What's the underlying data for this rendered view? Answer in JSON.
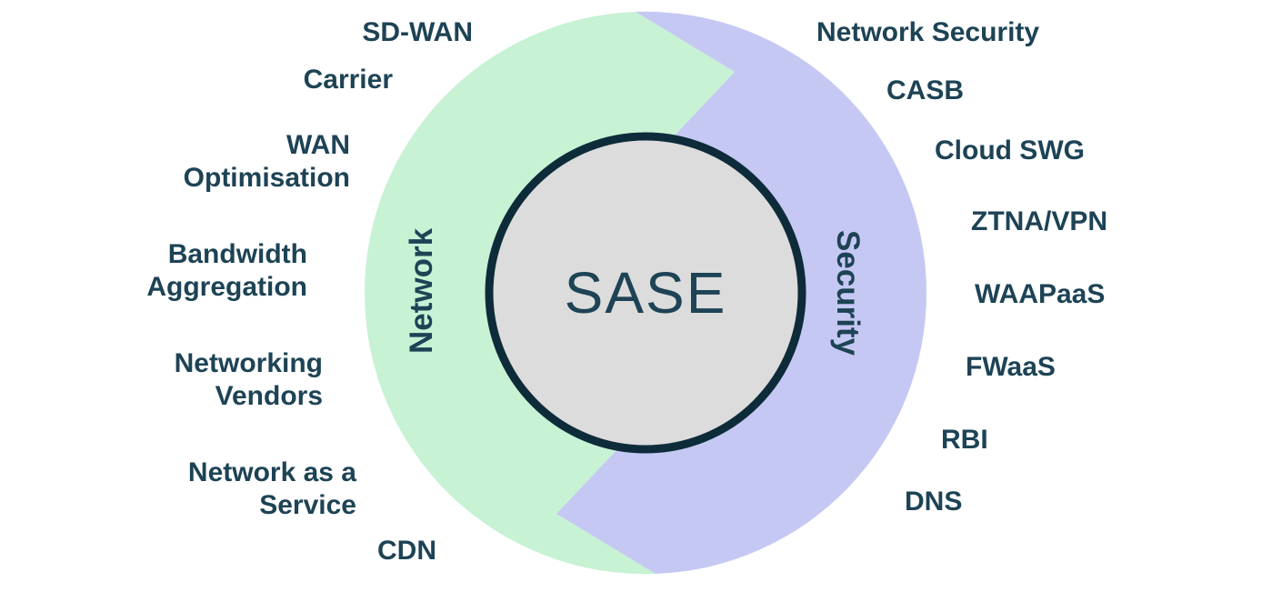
{
  "colors": {
    "network_fill": "#c7f2d4",
    "security_fill": "#c6c8f4",
    "center_fill": "#dcdcdc",
    "circle_outline": "#0e2b3a",
    "text_ink": "#1d4355"
  },
  "center": {
    "label": "SASE"
  },
  "ring": {
    "network": "Network",
    "security": "Security"
  },
  "network_items": [
    "SD-WAN",
    "Carrier",
    "WAN\nOptimisation",
    "Bandwidth\nAggregation",
    "Networking\nVendors",
    "Network as a\nService",
    "CDN"
  ],
  "security_items": [
    "Network Security",
    "CASB",
    "Cloud SWG",
    "ZTNA/VPN",
    "WAAPaaS",
    "FWaaS",
    "RBI",
    "DNS"
  ]
}
